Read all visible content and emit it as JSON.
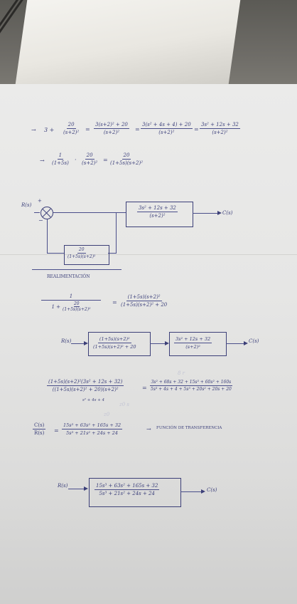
{
  "step1": {
    "lead": "3 +",
    "f1_num": "20",
    "f1_den": "(s+2)²",
    "f2_num": "3(s+2)² + 20",
    "f2_den": "(s+2)²",
    "f3_num": "3(s² + 4s + 4) + 20",
    "f3_den": "(s+2)²",
    "f4_num": "3s² + 12s + 32",
    "f4_den": "(s+2)²"
  },
  "step2": {
    "f1_num": "1",
    "f1_den": "(1+5s)",
    "f2_num": "20",
    "f2_den": "(s+2)²",
    "f3_num": "20",
    "f3_den": "(1+5s)(s+2)²"
  },
  "diagram1": {
    "input_label": "R(s)",
    "plus": "+",
    "minus": "−",
    "forward_num": "3s² + 12s + 32",
    "forward_den": "(s+2)²",
    "output_label": "C(s)",
    "feedback_num": "20",
    "feedback_den": "(1+5s)(s+2)²",
    "caption": "REALIMENTACIÓN"
  },
  "step3": {
    "lhs_num": "1",
    "lhs_den_lead": "1 +",
    "lhs_inner_num": "20",
    "lhs_inner_den": "(1+5s)(s+2)²",
    "rhs_num": "(1+5s)(s+2)²",
    "rhs_den": "(1+5s)(s+2)² + 20"
  },
  "diagram2": {
    "input_label": "R(s)",
    "block1_num": "(1+5s)(s+2)²",
    "block1_den": "(1+5s)(s+2)² + 20",
    "block2_num": "3s² + 12s + 32",
    "block2_den": "(s+2)²",
    "output_label": "C(s)"
  },
  "step4": {
    "lhs_num": "(1+5s)(s+2)²(3s² + 12s + 32)",
    "lhs_den": "((1+5s)(s+2)² + 20)(s+2)²",
    "note": "s² + 4s + 4",
    "rhs_num": "3s² + 68s + 32 + 15s³ + 60s² + 160s",
    "rhs_den": "5s³ + 4s + 4 + 5s³ + 20s² + 20s + 20"
  },
  "transfer": {
    "lhs_num": "C(s)",
    "lhs_den": "R(s)",
    "rhs_num": "15s³ + 63s² + 165s + 32",
    "rhs_den": "5s³ + 21s² + 24s + 24",
    "label": "FUNCIÓN DE TRANSFERENCIA"
  },
  "final_diagram": {
    "input_label": "R(s)",
    "block_num": "15s³ + 63s² + 165s + 32",
    "block_den": "5s³ + 21s² + 24s + 24",
    "output_label": "C(s)"
  }
}
